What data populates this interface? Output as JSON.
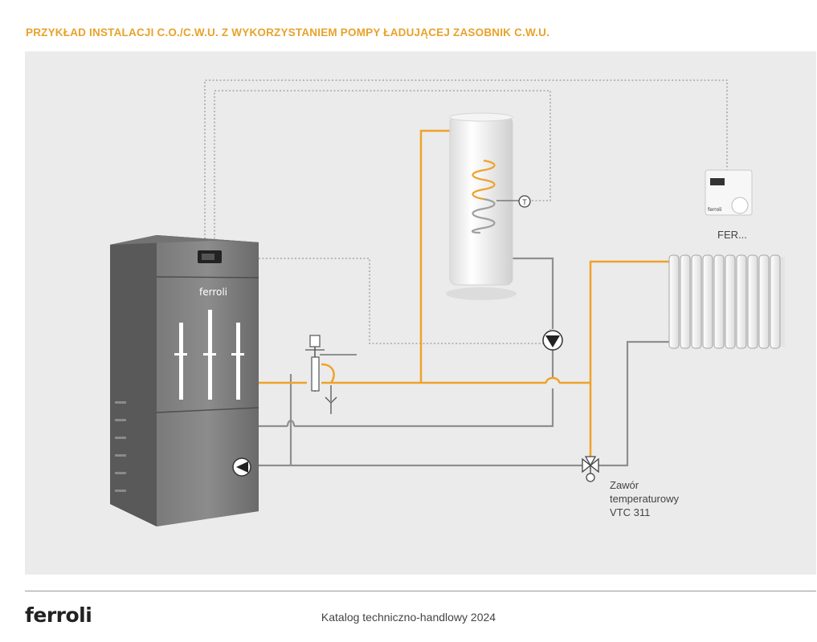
{
  "header": {
    "title": "PRZYKŁAD INSTALACJI C.O./C.W.U. Z WYKORZYSTANIEM POMPY ŁADUJĄCEJ ZASOBNIK C.W.U."
  },
  "diagram": {
    "boiler_brand": "ferroli",
    "controller": {
      "label": "FER...",
      "brand": "ferroli"
    },
    "valve": {
      "line1": "Zawór",
      "line2": "temperaturowy",
      "line3": "VTC 311"
    },
    "sensor": {
      "label": "T"
    },
    "colors": {
      "supply": "#f0a22a",
      "return": "#8e8e8e",
      "signal": "#9a9a9a",
      "boiler": "#6c6c6c"
    }
  },
  "footer": {
    "logo": "ferroli",
    "catalog": "Katalog techniczno-handlowy 2024"
  }
}
